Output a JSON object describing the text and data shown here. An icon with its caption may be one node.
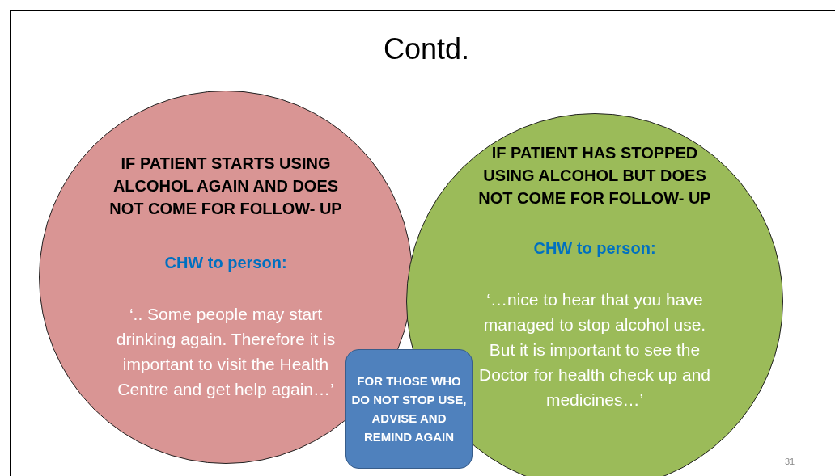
{
  "diagram": {
    "title": "Contd.",
    "nodes": [
      {
        "text": [
          "IF PATIENT STARTS USING ALCOHOL AGAIN AND DOES NOT COME FOR FOLLOW- UP",
          "CHW to person:",
          "‘.. Some people may start drinking again. Therefore it is important to visit the Health Centre and get help again…’"
        ]
      },
      {
        "text": [
          "IF PATIENT HAS STOPPED USING ALCOHOL BUT DOES NOT COME FOR FOLLOW- UP",
          "CHW to person:",
          "‘…nice to hear that you have managed to stop alcohol use. But it is important to see the Doctor for health check up and medicines…’"
        ]
      },
      {
        "text": [
          "FOR THOSE WHO DO NOT STOP USE, ADVISE AND REMIND AGAIN"
        ]
      }
    ],
    "edges": [],
    "labels": [
      "31"
    ]
  }
}
